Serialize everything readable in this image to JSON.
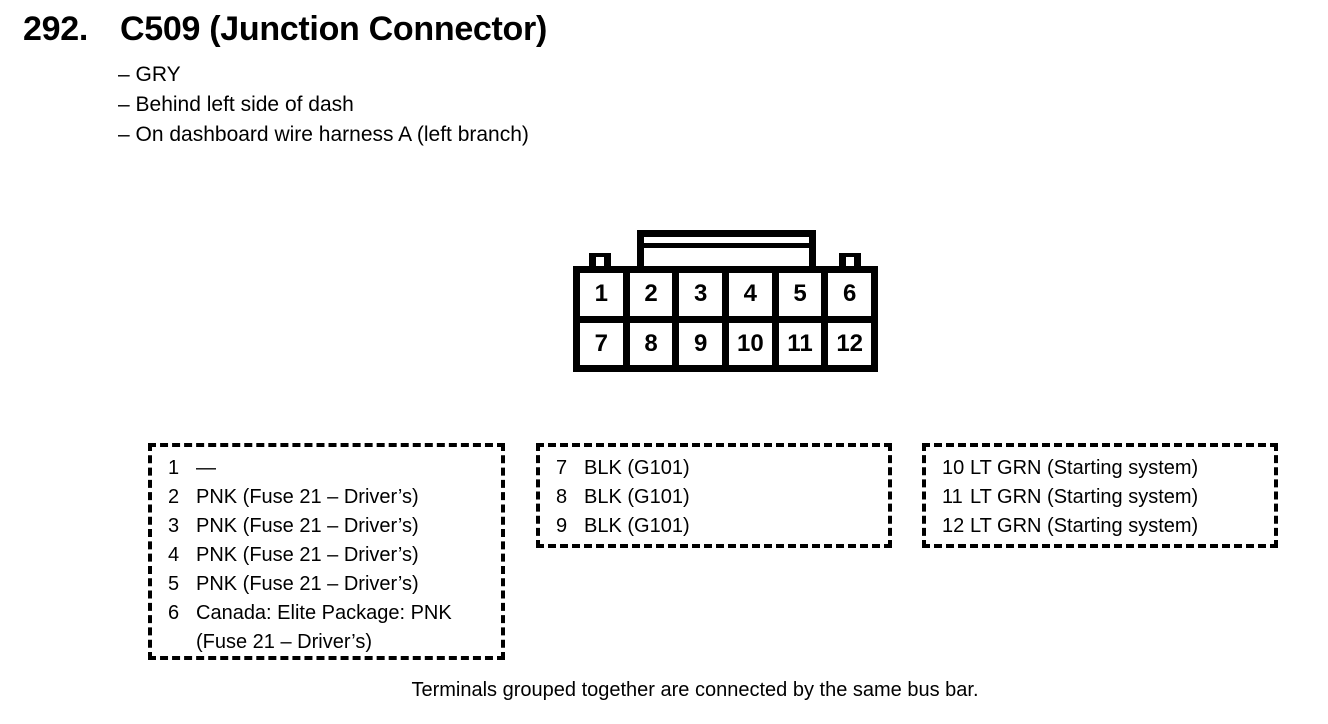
{
  "header": {
    "number": "292.",
    "title": "C509 (Junction Connector)",
    "bullets": [
      "– GRY",
      "– Behind left side of dash",
      "– On dashboard wire harness A (left branch)"
    ]
  },
  "connector": {
    "cells": [
      "1",
      "2",
      "3",
      "4",
      "5",
      "6",
      "7",
      "8",
      "9",
      "10",
      "11",
      "12"
    ]
  },
  "pin_groups": [
    {
      "pins": [
        {
          "num": "1",
          "desc": "—"
        },
        {
          "num": "2",
          "desc": "PNK (Fuse 21 – Driver’s)"
        },
        {
          "num": "3",
          "desc": "PNK (Fuse 21 – Driver’s)"
        },
        {
          "num": "4",
          "desc": "PNK (Fuse 21 – Driver’s)"
        },
        {
          "num": "5",
          "desc": "PNK (Fuse 21 – Driver’s)"
        },
        {
          "num": "6",
          "desc": "Canada: Elite Package: PNK",
          "desc2": "(Fuse 21 – Driver’s)"
        }
      ]
    },
    {
      "pins": [
        {
          "num": "7",
          "desc": "BLK (G101)"
        },
        {
          "num": "8",
          "desc": "BLK (G101)"
        },
        {
          "num": "9",
          "desc": "BLK (G101)"
        }
      ]
    },
    {
      "pins": [
        {
          "num": "10",
          "desc": "LT GRN (Starting system)"
        },
        {
          "num": "11",
          "desc": "LT GRN (Starting system)"
        },
        {
          "num": "12",
          "desc": "LT GRN (Starting system)"
        }
      ]
    }
  ],
  "footer": {
    "note": "Terminals grouped together are connected by the same bus bar."
  },
  "colors": {
    "ink": "#000000",
    "paper": "#ffffff"
  }
}
